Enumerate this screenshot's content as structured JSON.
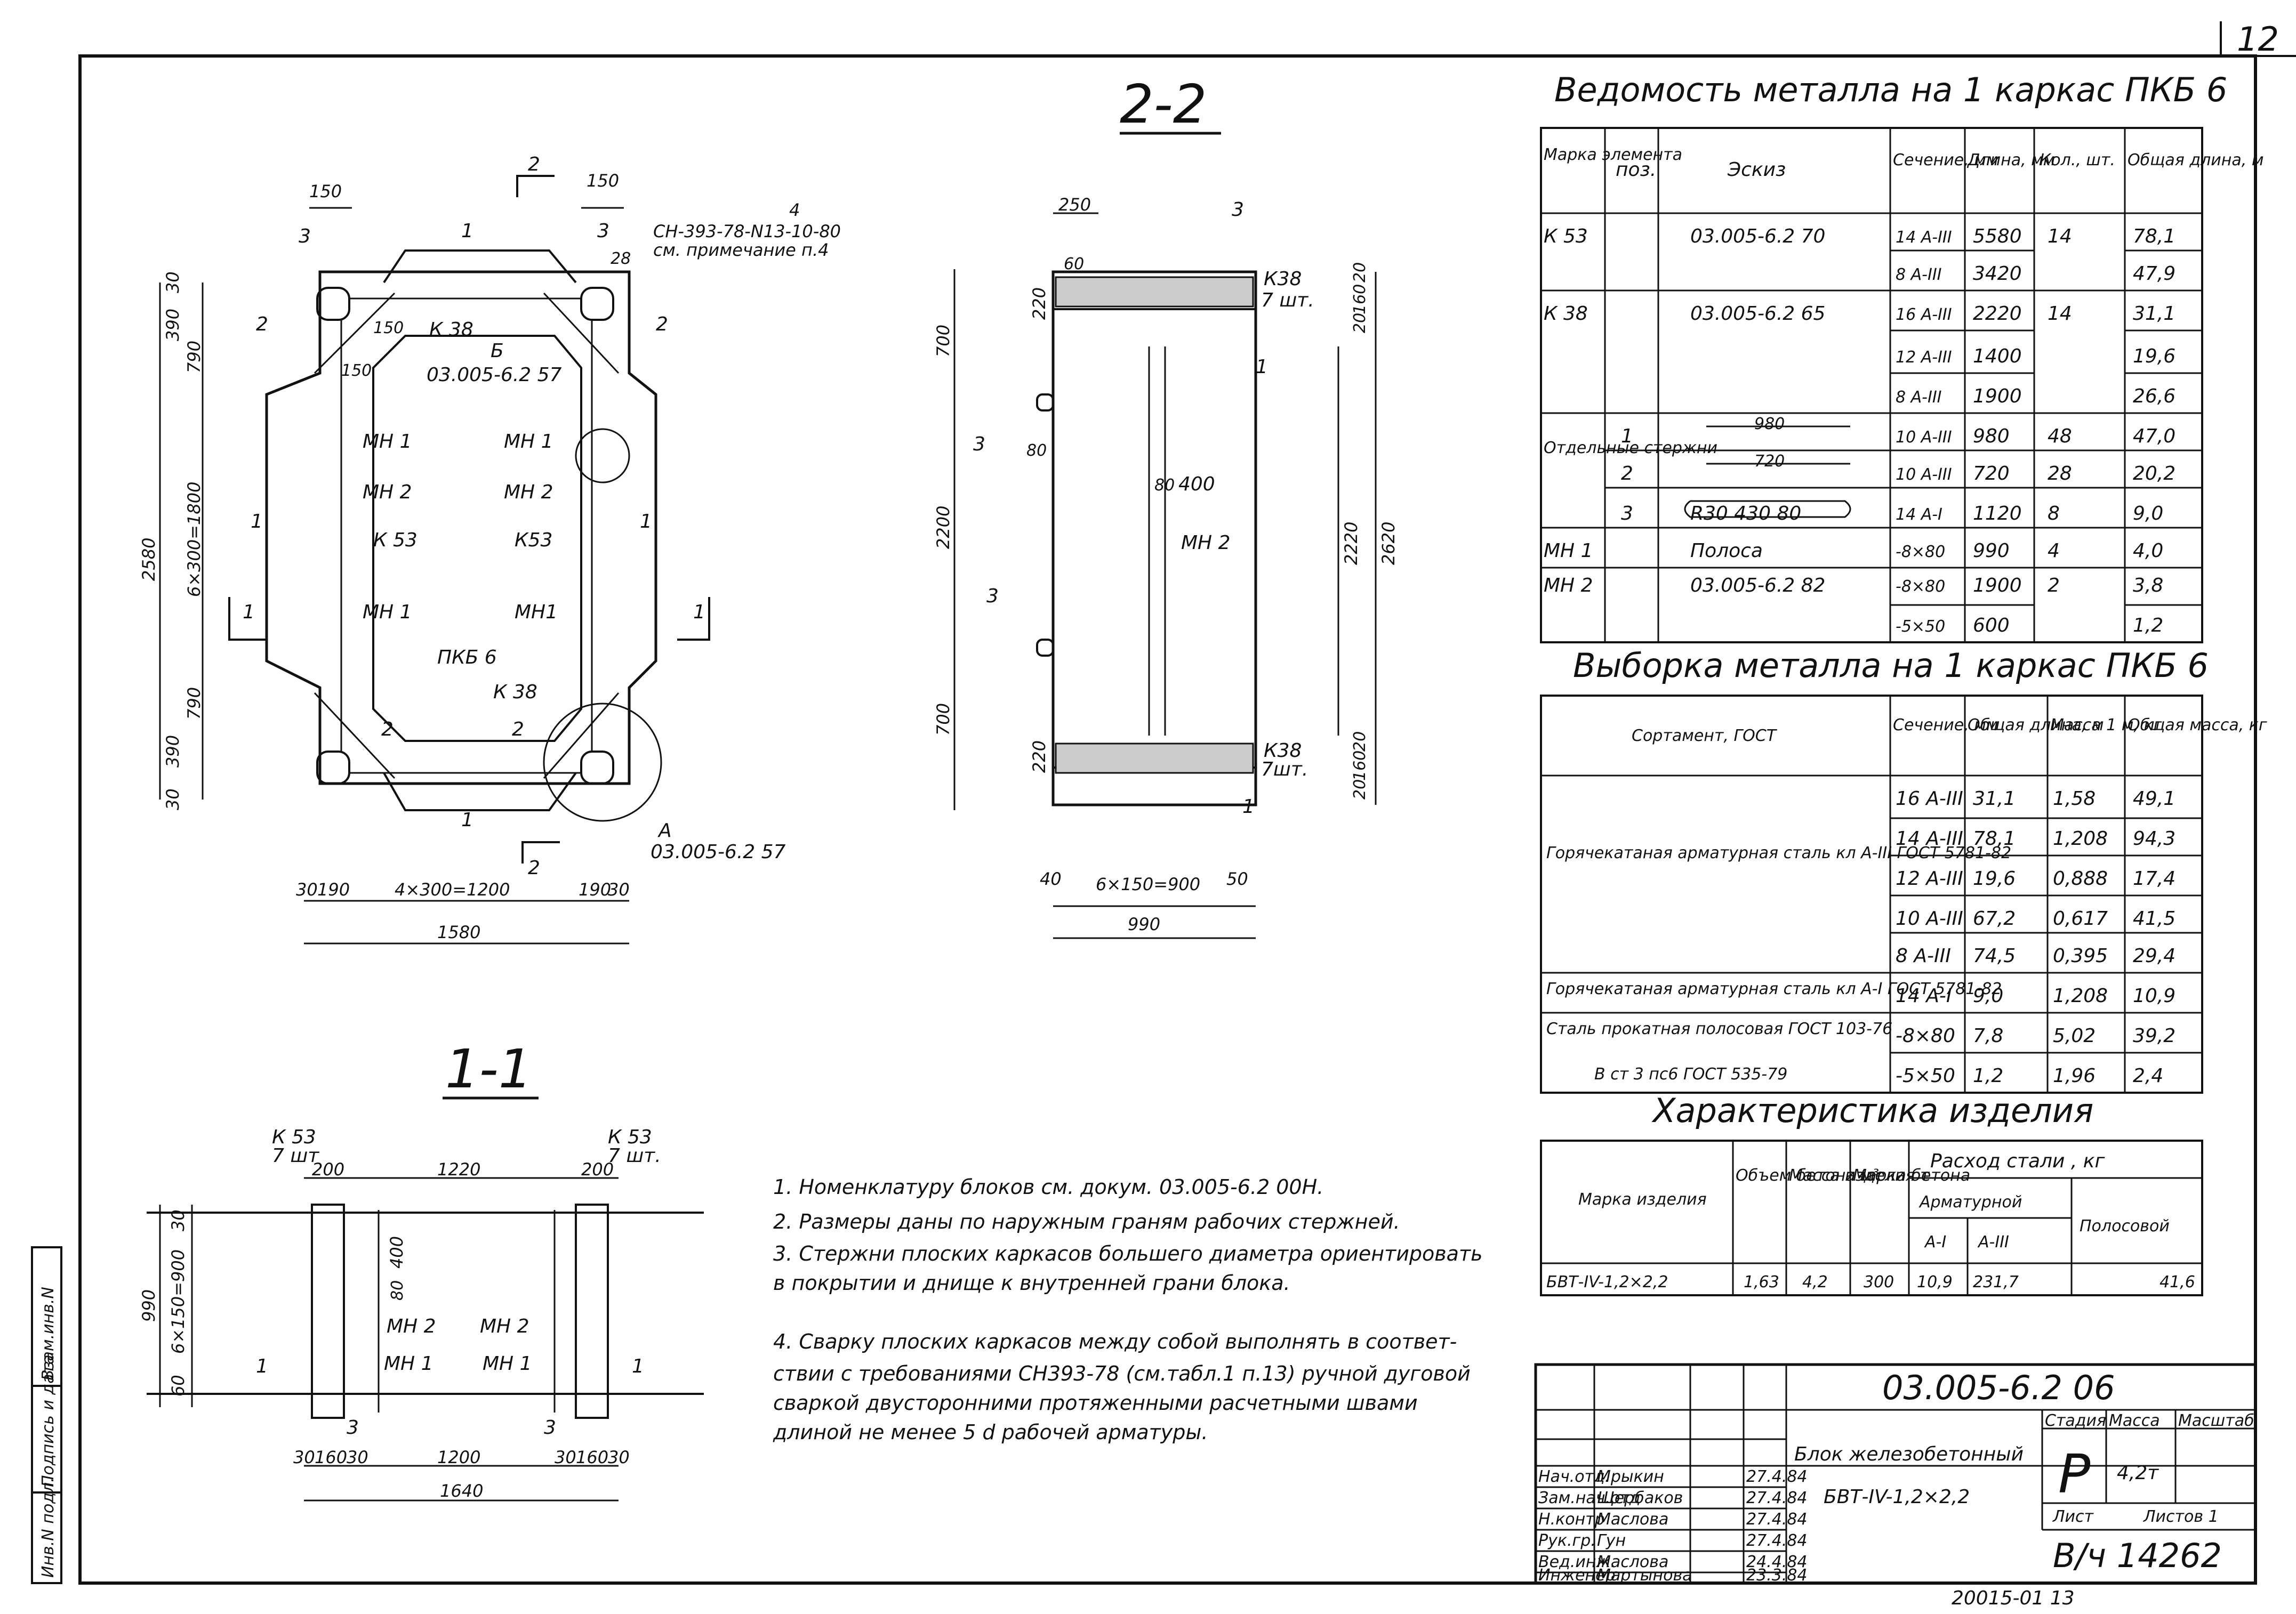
{
  "page_number": "12",
  "section_2_2": {
    "title": "2-2",
    "width_dim": "1580",
    "height_dim": "2580",
    "bottom_dims": [
      "30",
      "190",
      "4×300=1200",
      "190",
      "30"
    ],
    "left_dims": [
      "30",
      "390",
      "790",
      "6×300=1800",
      "790",
      "390",
      "30"
    ],
    "top_dims": [
      "150",
      "150"
    ],
    "note_label": "СН-393-78-N13-",
    "note_frac_top": "4",
    "note_frac_bottom": "10",
    "note_frac_tail": "-80",
    "note_label2": "см. примечание п.4",
    "callout_b": "Б",
    "callout_b_ref": "03.005-6.2  57",
    "callout_a": "А",
    "callout_a_ref": "03.005-6.2  57",
    "labels": [
      "1",
      "1",
      "1",
      "1",
      "2",
      "2",
      "2",
      "2",
      "3",
      "3",
      "28",
      "К 38",
      "К 38",
      "150",
      "150",
      "МН 1",
      "МН 1",
      "МН 2",
      "МН 2",
      "К 53",
      "К53",
      "МН 1",
      "МН1",
      "ПКБ  6"
    ],
    "cut_marks": [
      "2",
      "2",
      "1",
      "1"
    ]
  },
  "elevation": {
    "width_dim": "990",
    "dims_bottom": [
      "40",
      "6×150=900",
      "50"
    ],
    "dims_top": [
      "250"
    ],
    "dims_left": [
      "700",
      "220",
      "2200",
      "700",
      "220"
    ],
    "dims_right": [
      "2220",
      "2620",
      "20",
      "160",
      "20",
      "20",
      "160",
      "20"
    ],
    "labels": [
      "3",
      "1",
      "3",
      "80",
      "80",
      "400",
      "МН 2",
      "3",
      "1",
      "60"
    ],
    "k38_top": "К38",
    "k38_top_count": "7 шт.",
    "k38_bottom": "К38",
    "k38_bottom_count": "7шт."
  },
  "section_1_1": {
    "title": "1-1",
    "k53_left": "К 53",
    "k53_left_count": "7 шт",
    "k53_right": "К 53",
    "k53_right_count": "7 шт.",
    "top_dims": [
      "200",
      "1220",
      "200"
    ],
    "bottom_dims": [
      "30",
      "160",
      "30",
      "1200",
      "30",
      "160",
      "30"
    ],
    "overall": "1640",
    "left_dims": [
      "30",
      "990",
      "6×150=900",
      "60"
    ],
    "labels": [
      "400",
      "80",
      "МН 2",
      "МН 2",
      "МН 1",
      "МН 1",
      "1",
      "1",
      "3",
      "3"
    ]
  },
  "notes": [
    "1. Номенклатуру                 блоков см. докум.  03.005-6.2  00Н.",
    "2. Размеры даны по наружным граням рабочих стержней.",
    "3. Стержни плоских каркасов большего диаметра ориентировать",
    "   в покрытии и днище к внутренней грани блока.",
    "4. Сварку плоских каркасов между собой выполнять в соответ-",
    "   ствии с требованиями СН393-78 (см.табл.1 п.13) ручной дуговой",
    "   сваркой двусторонними протяженными расчетными швами",
    "   длиной не менее 5 d рабочей арматуры."
  ],
  "metal_sheet": {
    "title": "Ведомость  металла  на  1 каркас  ПКБ  6",
    "headers": [
      "Марка элемента",
      "поз.",
      "Эскиз",
      "Сечение, мм",
      "Длина, мм",
      "Кол., шт.",
      "Общая длина, м"
    ],
    "rows": [
      [
        "К 53",
        "",
        "03.005-6.2  70",
        "14 А-III",
        "5580",
        "14",
        "78,1"
      ],
      [
        "",
        "",
        "",
        "8 А-III",
        "3420",
        "",
        "47,9"
      ],
      [
        "К 38",
        "",
        "03.005-6.2  65",
        "16 А-III",
        "2220",
        "14",
        "31,1"
      ],
      [
        "",
        "",
        "",
        "12 А-III",
        "1400",
        "",
        "19,6"
      ],
      [
        "",
        "",
        "",
        "8 А-III",
        "1900",
        "",
        "26,6"
      ],
      [
        "Отдельные стержни",
        "1",
        "980",
        "10 А-III",
        "980",
        "48",
        "47,0"
      ],
      [
        "",
        "2",
        "720",
        "10 А-III",
        "720",
        "28",
        "20,2"
      ],
      [
        "",
        "3",
        "R30  430  80",
        "14 А-I",
        "1120",
        "8",
        "9,0"
      ],
      [
        "МН 1",
        "",
        "Полоса",
        "-8×80",
        "990",
        "4",
        "4,0"
      ],
      [
        "МН 2",
        "",
        "03.005-6.2  82",
        "-8×80",
        "1900",
        "2",
        "3,8"
      ],
      [
        "",
        "",
        "",
        "-5×50",
        "600",
        "",
        "1,2"
      ]
    ]
  },
  "selection": {
    "title": "Выборка  металла  на  1 каркас  ПКБ  6",
    "headers": [
      "Сортамент, ГОСТ",
      "Сечение, мм",
      "Общая длина, м",
      "Масса 1 м, кг",
      "Общая масса, кг"
    ],
    "group1": "Горячекатаная арматурная сталь кл А-III  ГОСТ 5781-82",
    "group2": "Горячекатаная арматурная сталь кл А-I  ГОСТ 5781-82",
    "group3": "Сталь прокатная полосовая ГОСТ 103-76",
    "group4": "В ст 3 пс6  ГОСТ 535-79",
    "rows": [
      [
        "16 А-III",
        "31,1",
        "1,58",
        "49,1"
      ],
      [
        "14 А-III",
        "78,1",
        "1,208",
        "94,3"
      ],
      [
        "12 А-III",
        "19,6",
        "0,888",
        "17,4"
      ],
      [
        "10 А-III",
        "67,2",
        "0,617",
        "41,5"
      ],
      [
        "8 А-III",
        "74,5",
        "0,395",
        "29,4"
      ],
      [
        "14 А-I",
        "9,0",
        "1,208",
        "10,9"
      ],
      [
        "-8×80",
        "7,8",
        "5,02",
        "39,2"
      ],
      [
        "-5×50",
        "1,2",
        "1,96",
        "2,4"
      ]
    ]
  },
  "characteristics": {
    "title": "Характеристика  изделия",
    "h_mark": "Марка изделия",
    "h_volume": "Объем бетона м³",
    "h_mass": "Масса изделия т",
    "h_concrete": "Марка бетона",
    "h_steel": "Расход  стали , кг",
    "h_armature": "Арматурной",
    "h_a1": "А-I",
    "h_a3": "А-III",
    "h_strip": "Полосовой",
    "row": [
      "БВТ-IV-1,2×2,2",
      "1,63",
      "4,2",
      "300",
      "10,9",
      "231,7",
      "41,6"
    ]
  },
  "title_block": {
    "doc_code": "03.005-6.2  06",
    "name_line1": "Блок  железобетонный",
    "name_line2": "БВТ-IV-1,2×2,2",
    "h_stage": "Стадия",
    "h_mass": "Масса",
    "h_scale": "Масштаб",
    "stage": "Р",
    "mass": "4,2т",
    "sheet": "Лист",
    "sheets": "Листов 1",
    "inventory": "В/ч 14262",
    "staff": [
      [
        "Нач.отд.",
        "Мрыкин",
        "27.4.84"
      ],
      [
        "Зам.нач.отд",
        "Щербаков",
        "27.4.84"
      ],
      [
        "Н.контр",
        "Маслова",
        "27.4.84"
      ],
      [
        "Рук.гр.",
        "Гун",
        "27.4.84"
      ],
      [
        "Вед.инж.",
        "Маслова",
        "24.4.84"
      ],
      [
        "Инженер",
        "Мартынова",
        "23.3.84"
      ]
    ]
  },
  "side_stamp": [
    "Инв.N подл.",
    "Подпись и дата",
    "Взам.инв.N"
  ],
  "bottom_code": "20015-01  13"
}
